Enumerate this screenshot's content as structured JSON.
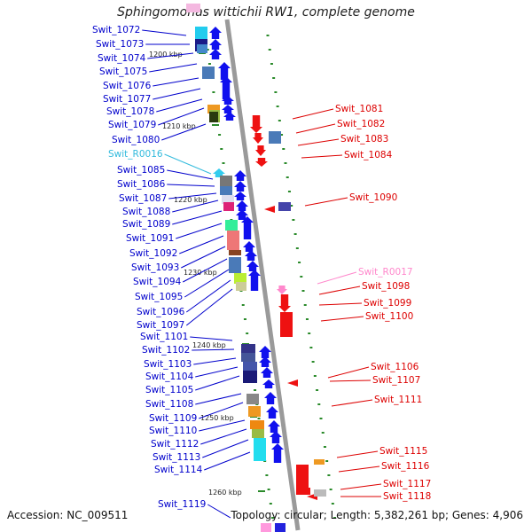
{
  "header": {
    "title": "Sphingomonas wittichii RW1, complete genome"
  },
  "footer": {
    "accession": "Accession: NC_009511",
    "info": "Topology: circular; Length: 5,382,261 bp; Genes: 4,906"
  },
  "colors": {
    "left_label": "#0000cc",
    "right_label": "#dd0000",
    "trna_left": "#33bbdd",
    "trna_right": "#ff88cc",
    "axis": "#999999",
    "tick": "#2a8a2a"
  },
  "scale": {
    "kbp_ticks": [
      "1200 kbp",
      "1210 kbp",
      "1220 kbp",
      "1230 kbp",
      "1240 kbp",
      "1250 kbp",
      "1260 kbp"
    ]
  },
  "left_genes": [
    "Swit_1072",
    "Swit_1073",
    "Swit_1074",
    "Swit_1075",
    "Swit_1076",
    "Swit_1077",
    "Swit_1078",
    "Swit_1079",
    "Swit_1080",
    "Swit_R0016",
    "Swit_1085",
    "Swit_1086",
    "Swit_1087",
    "Swit_1088",
    "Swit_1089",
    "Swit_1091",
    "Swit_1092",
    "Swit_1093",
    "Swit_1094",
    "Swit_1095",
    "Swit_1096",
    "Swit_1097",
    "Swit_1101",
    "Swit_1102",
    "Swit_1103",
    "Swit_1104",
    "Swit_1105",
    "Swit_1108",
    "Swit_1109",
    "Swit_1110",
    "Swit_1112",
    "Swit_1113",
    "Swit_1114",
    "Swit_1119"
  ],
  "right_genes": [
    "Swit_1081",
    "Swit_1082",
    "Swit_1083",
    "Swit_1084",
    "Swit_1090",
    "Swit_R0017",
    "Swit_1098",
    "Swit_1099",
    "Swit_1100",
    "Swit_1106",
    "Swit_1107",
    "Swit_1111",
    "Swit_1115",
    "Swit_1116",
    "Swit_1117",
    "Swit_1118"
  ]
}
